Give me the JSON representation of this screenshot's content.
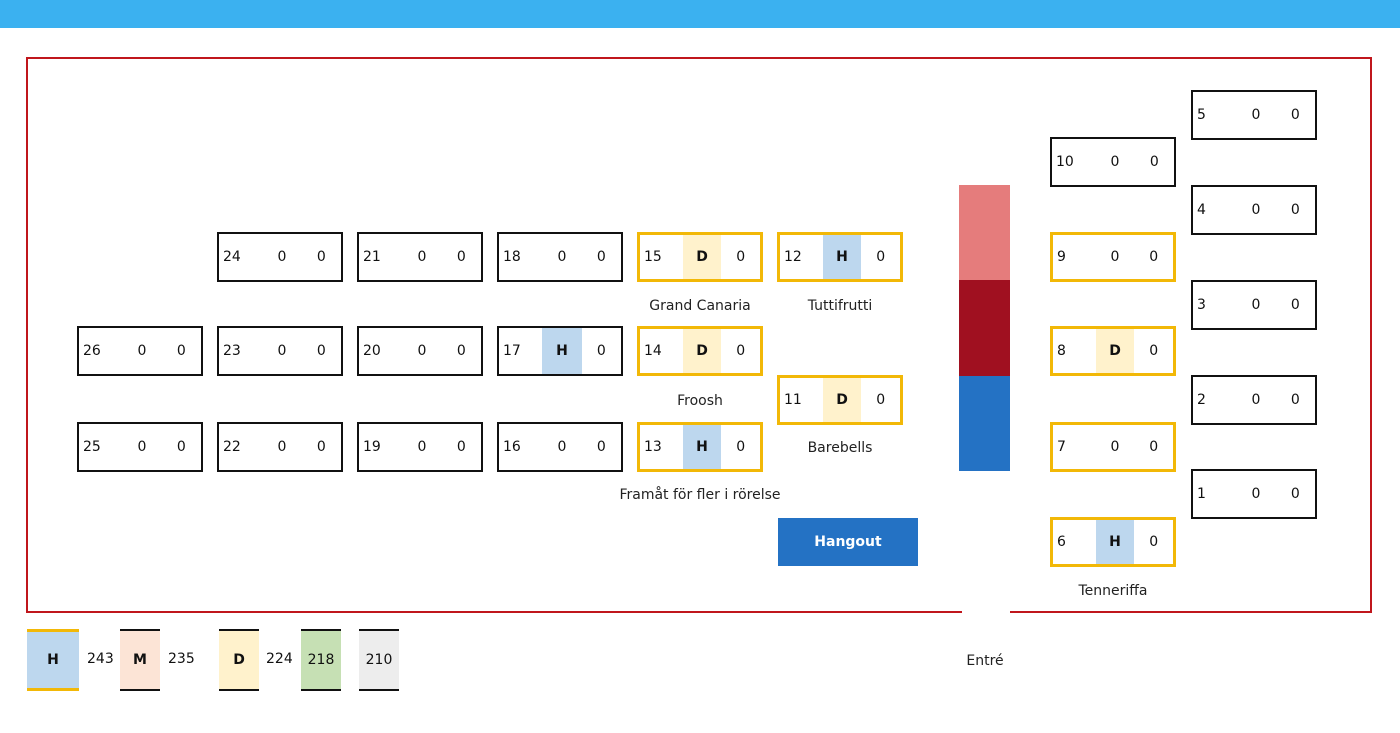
{
  "colors": {
    "gold": "#f2b807",
    "h_bg": "#bdd7ee",
    "d_bg": "#fff2cc",
    "m_bg": "#fce4d6",
    "green": "#c6e0b4",
    "grey": "#ededed"
  },
  "booths": [
    {
      "id": "5",
      "a": "0",
      "b": "0"
    },
    {
      "id": "10",
      "a": "0",
      "b": "0"
    },
    {
      "id": "4",
      "a": "0",
      "b": "0"
    },
    {
      "id": "24",
      "a": "0",
      "b": "0"
    },
    {
      "id": "21",
      "a": "0",
      "b": "0"
    },
    {
      "id": "18",
      "a": "0",
      "b": "0"
    },
    {
      "id": "15",
      "a": "D",
      "b": "0"
    },
    {
      "id": "12",
      "a": "H",
      "b": "0"
    },
    {
      "id": "9",
      "a": "0",
      "b": "0"
    },
    {
      "id": "3",
      "a": "0",
      "b": "0"
    },
    {
      "id": "26",
      "a": "0",
      "b": "0"
    },
    {
      "id": "23",
      "a": "0",
      "b": "0"
    },
    {
      "id": "20",
      "a": "0",
      "b": "0"
    },
    {
      "id": "17",
      "a": "H",
      "b": "0"
    },
    {
      "id": "14",
      "a": "D",
      "b": "0"
    },
    {
      "id": "8",
      "a": "D",
      "b": "0"
    },
    {
      "id": "11",
      "a": "D",
      "b": "0"
    },
    {
      "id": "2",
      "a": "0",
      "b": "0"
    },
    {
      "id": "25",
      "a": "0",
      "b": "0"
    },
    {
      "id": "22",
      "a": "0",
      "b": "0"
    },
    {
      "id": "19",
      "a": "0",
      "b": "0"
    },
    {
      "id": "16",
      "a": "0",
      "b": "0"
    },
    {
      "id": "13",
      "a": "H",
      "b": "0"
    },
    {
      "id": "7",
      "a": "0",
      "b": "0"
    },
    {
      "id": "1",
      "a": "0",
      "b": "0"
    },
    {
      "id": "6",
      "a": "H",
      "b": "0"
    }
  ],
  "labels": {
    "grand_canaria": "Grand Canaria",
    "tuttifrutti": "Tuttifrutti",
    "froosh": "Froosh",
    "barebells": "Barebells",
    "framat": "Framåt för fler i rörelse",
    "tenneriffa": "Tenneriffa",
    "entre": "Entré",
    "hangout": "Hangout"
  },
  "legend": {
    "h": "H",
    "h_val": "243",
    "m": "M",
    "m_val": "235",
    "d": "D",
    "d_val": "224",
    "g_val": "218",
    "grey_val": "210"
  }
}
